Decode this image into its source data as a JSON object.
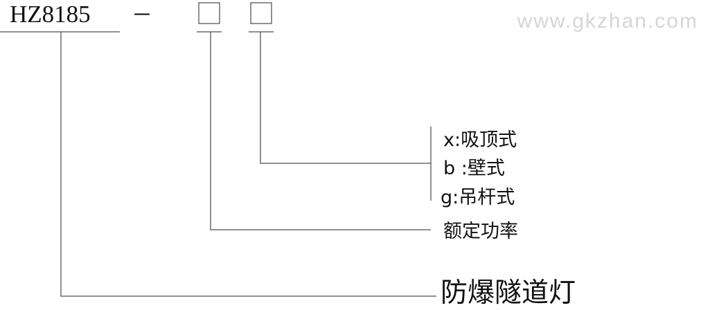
{
  "model": {
    "code": "HZ8185",
    "separator": "－",
    "placeholder_1": "□",
    "placeholder_2": "□"
  },
  "options": {
    "mount_ceiling": "x:吸顶式",
    "mount_wall": "b :壁式",
    "mount_pendant": "g:吊杆式"
  },
  "labels": {
    "rated_power": "额定功率",
    "product_name": "防爆隧道灯"
  },
  "watermark": "www.gkzhan.com",
  "colors": {
    "line": "#222222",
    "text": "#111111",
    "watermark": "#d6d6d6"
  }
}
